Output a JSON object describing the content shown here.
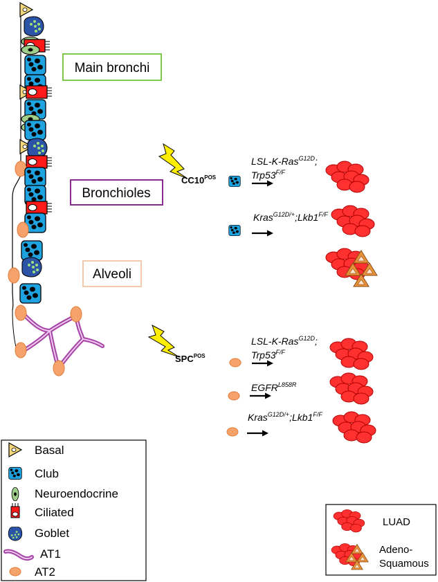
{
  "regions": {
    "main_bronchi": "Main bronchi",
    "bronchioles": "Bronchioles",
    "alveoli": "Alveoli"
  },
  "cells_of_origin": {
    "cc10": {
      "name": "CC10",
      "sup": "POS"
    },
    "spc": {
      "name": "SPC",
      "sup": "POS"
    }
  },
  "models": {
    "cc10_kras_trp53": {
      "line1": "LSL-K-Ras",
      "line1_sup": "G12D",
      "line1_suffix": ";",
      "line2": "Trp53",
      "line2_sup": "F/F"
    },
    "cc10_kras_lkb1": {
      "a": "Kras",
      "a_sup": "G12D/+",
      "b": ";Lkb1",
      "b_sup": "F/F"
    },
    "spc_kras_trp53": {
      "line1": "LSL-K-Ras",
      "line1_sup": "G12D",
      "line1_suffix": ";",
      "line2": "Trp53",
      "line2_sup": "F/F"
    },
    "spc_egfr": {
      "a": "EGFR",
      "a_sup": "L858R"
    },
    "spc_kras_lkb1": {
      "a": "Kras",
      "a_sup": "G12D/+",
      "b": ";Lkb1",
      "b_sup": "F/F"
    }
  },
  "cell_legend": {
    "items": [
      "Basal",
      "Club",
      "Neuroendocrine",
      "Ciliated",
      "Goblet",
      "AT1",
      "AT2"
    ]
  },
  "tumor_legend": {
    "luad": "LUAD",
    "adenosquamous_line1": "Adeno-",
    "adenosquamous_line2": "Squamous"
  },
  "colors": {
    "club": "#1fa2e0",
    "basal": "#f3d77a",
    "neuroendocrine": "#9fcf8a",
    "ciliated": "#ff1a1a",
    "goblet": "#2b53a6",
    "goblet_dots": "#9ee07a",
    "at1": "#c35ec3",
    "at2": "#f5a36b",
    "luad": "#ff3030",
    "squamous": "#e8923c",
    "main_bronchi_box": "#7dc94d",
    "bronchioles_box": "#8a2a8f",
    "alveoli_box": "#f3c9ad",
    "lightning": "#ffee00"
  }
}
